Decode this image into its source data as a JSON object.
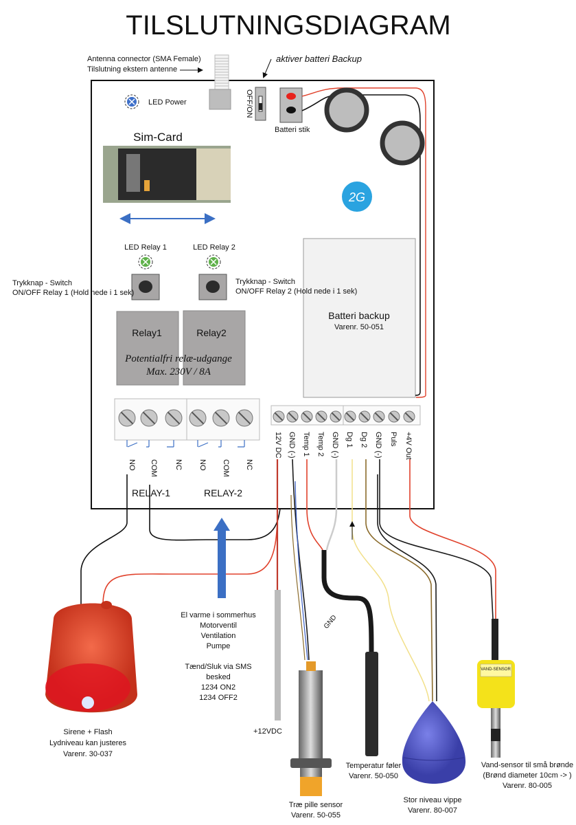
{
  "title": "TILSLUTNINGSDIAGRAM",
  "antenna": {
    "line1": "Antenna connector (SMA Female)",
    "line2": "Tilslutning ekstern antenne"
  },
  "battery_switch": {
    "label": "aktiver batteri Backup",
    "switch_text": "OFF/ON"
  },
  "battery_plug": "Batteri stik",
  "led_power": "LED Power",
  "sim_card": "Sim-Card",
  "network_badge": "2G",
  "led_relay1": "LED Relay 1",
  "led_relay2": "LED Relay 2",
  "button1": {
    "line1": "Trykknap - Switch",
    "line2": "ON/OFF Relay 1 (Hold nede i 1 sek)"
  },
  "button2": {
    "line1": "Trykknap - Switch",
    "line2": "ON/OFF Relay 2 (Hold nede i 1 sek)"
  },
  "battery_backup": {
    "title": "Batteri backup",
    "item": "Varenr. 50-051"
  },
  "relays": {
    "relay1": "Relay1",
    "relay2": "Relay2",
    "note1": "Potentialfri relæ-udgange",
    "note2": "Max. 230V / 8A"
  },
  "relay_terminals": [
    "NO",
    "COM",
    "NC",
    "NO",
    "COM",
    "NC"
  ],
  "relay_groups": [
    "RELAY-1",
    "RELAY-2"
  ],
  "io_terminals": [
    "12V DC",
    "GND (-)",
    "Temp 1",
    "Temp 2",
    "GND (-)",
    "Dg 1",
    "Dg 2",
    "GND (-)",
    "Puls",
    "+4V Out"
  ],
  "wire_gnd_label": "GND",
  "siren": {
    "line1": "Sirene + Flash",
    "line2": "Lydniveau kan justeres",
    "line3": "Varenr. 30-037"
  },
  "relay2_uses": [
    "El varme i sommerhus",
    "Motorventil",
    "Ventilation",
    "Pumpe",
    "",
    "Tænd/Sluk via SMS",
    "besked",
    "1234 ON2",
    "1234 OFF2"
  ],
  "power_in": "+12VDC",
  "wood_sensor": {
    "line1": "Træ pille sensor",
    "line2": "Varenr. 50-055"
  },
  "temp_sensor": {
    "line1": "Temperatur føler",
    "line2": "Varenr. 50-050"
  },
  "float_switch": {
    "line1": "Stor niveau vippe",
    "line2": "Varenr. 80-007"
  },
  "water_sensor": {
    "line1": "Vand-sensor til små brønde",
    "line2": "(Brønd diameter 10cm -> )",
    "line3": "Varenr. 80-005",
    "badge": "VAND-SENSOR"
  },
  "colors": {
    "wire_red": "#e0412b",
    "wire_black": "#1a1a1a",
    "relay_gray": "#a8a6a6",
    "badge_blue": "#2aa3e0",
    "arrow_blue": "#3b6fc4",
    "float_blue": "#4a4fc0",
    "sensor_yellow": "#f4e21a"
  }
}
